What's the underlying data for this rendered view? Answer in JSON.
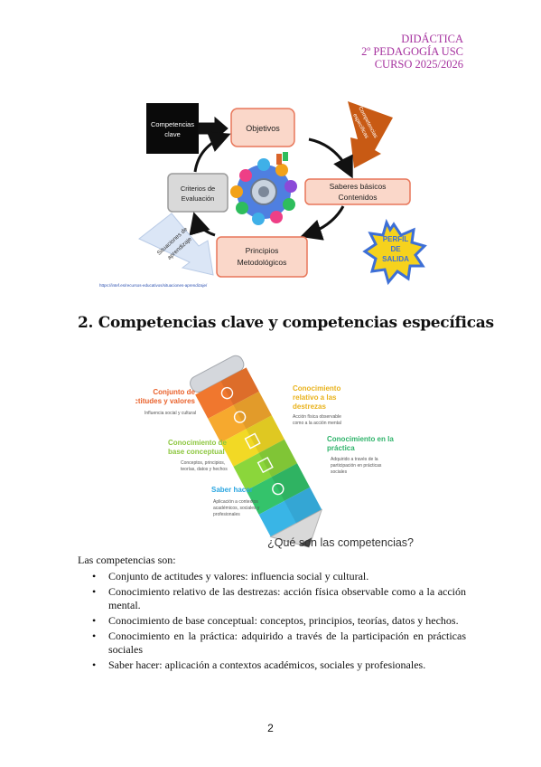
{
  "header": {
    "line1": "DIDÁCTICA",
    "line2": "2º PEDAGOGÍA USC",
    "line3": "CURSO 2025/2026"
  },
  "diagram1": {
    "competencias_line1": "Competencias",
    "competencias_line2": "clave",
    "objetivos": "Objetivos",
    "competencias_esp_line1": "Competencias",
    "competencias_esp_line2": "específicas",
    "saberes_line1": "Saberes básicos",
    "saberes_line2": "Contenidos",
    "criterios_line1": "Criterios de",
    "criterios_line2": "Evaluación",
    "situaciones_line1": "Situaciones de",
    "situaciones_line2": "aprendizaje",
    "principios_line1": "Principios",
    "principios_line2": "Metodológicos",
    "perfil_line1": "PERFIL",
    "perfil_line2": "DE",
    "perfil_line3": "SALIDA",
    "url": "https://intef.es/recursos-educativos/situaciones-aprendizaje/"
  },
  "section_title": "2. Competencias clave y competencias específicas",
  "diagram2": {
    "item1_title_line1": "Conjunto de",
    "item1_title_line2": "actitudes y valores",
    "item1_desc": "Influencia social y cultural",
    "item2_title_line1": "Conocimiento",
    "item2_title_line2": "relativo a las",
    "item2_title_line3": "destrezas",
    "item2_desc_line1": "Acción física observable",
    "item2_desc_line2": "como a la acción mental",
    "item3_title_line1": "Conocimiento de",
    "item3_title_line2": "base conceptual",
    "item3_desc_line1": "Conceptos, principios,",
    "item3_desc_line2": "teorías, datos y hechos",
    "item4_title_line1": "Conocimiento en la",
    "item4_title_line2": "práctica",
    "item4_desc_line1": "Adquirido a través de la",
    "item4_desc_line2": "participación en prácticas",
    "item4_desc_line3": "sociales",
    "item5_title": "Saber hacer",
    "item5_desc_line1": "Aplicación a contextos",
    "item5_desc_line2": "académicos, sociales y",
    "item5_desc_line3": "profesionales",
    "question": "¿Qué son las competencias?"
  },
  "intro": "Las competencias son:",
  "bullet_symbol": "•",
  "bullets": [
    "Conjunto de actitudes y valores: influencia social y cultural.",
    "Conocimiento relativo de las destrezas: acción física observable como a la acción mental.",
    "Conocimiento de base conceptual: conceptos, principios, teorías, datos y hechos.",
    "Conocimiento en la práctica: adquirido a través de la participación en prácticas sociales",
    "Saber hacer: aplicación a contextos académicos, sociales y profesionales."
  ],
  "page_number": "2",
  "colors": {
    "header": "#a6329f",
    "salmon_box": "#f9d2c4",
    "salmon_border": "#e8775a",
    "orange_arrow": "#c85a14",
    "star_yellow": "#f6d21d",
    "star_blue": "#3d6fd6"
  }
}
